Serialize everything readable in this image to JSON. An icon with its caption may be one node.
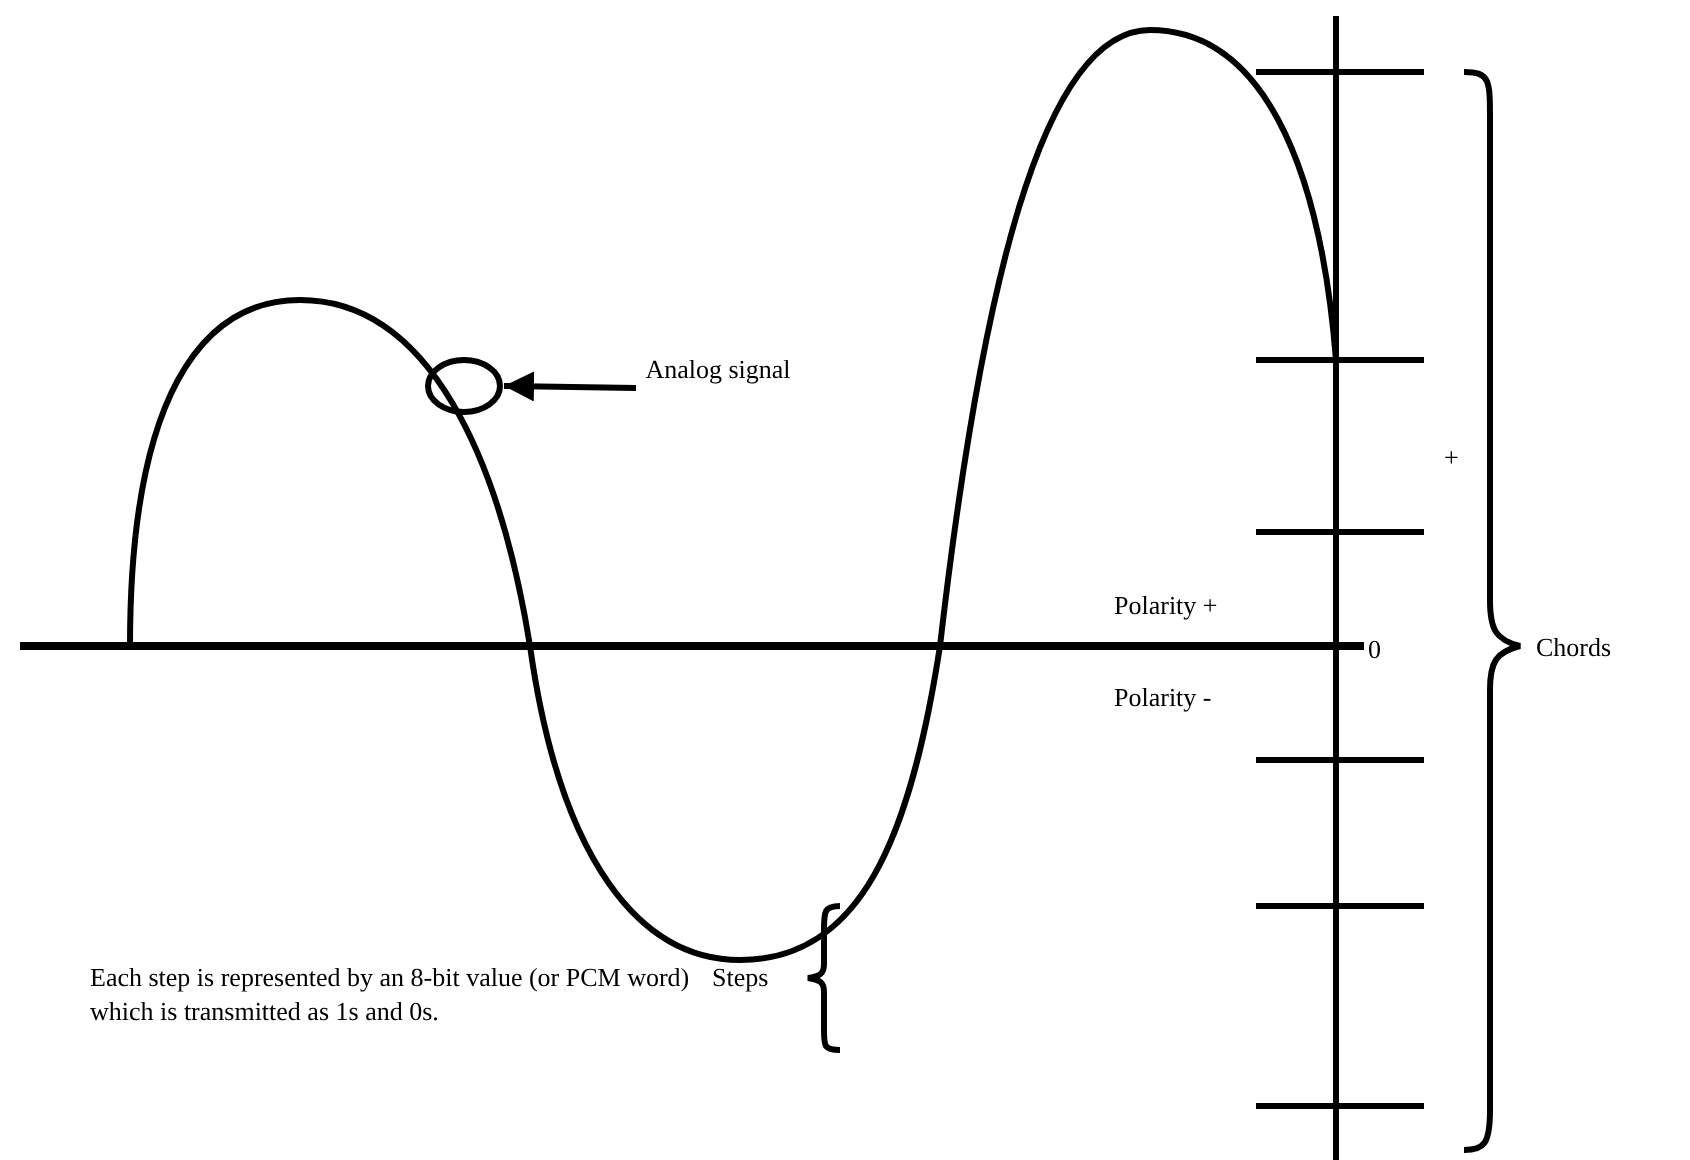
{
  "diagram": {
    "nodes": [
      {
        "text": [
          "Analog signal"
        ]
      },
      {
        "text": [],
        "shape": "circle"
      }
    ],
    "edges": [
      {
        "from": 0,
        "to": 1,
        "arrow": "to"
      }
    ],
    "labels": [
      "+",
      "Polarity +",
      "0",
      "Chords",
      "Polarity -",
      "Steps",
      "Each step is represented by an 8-bit value (or PCM word) which is transmitted as 1s and 0s."
    ]
  }
}
